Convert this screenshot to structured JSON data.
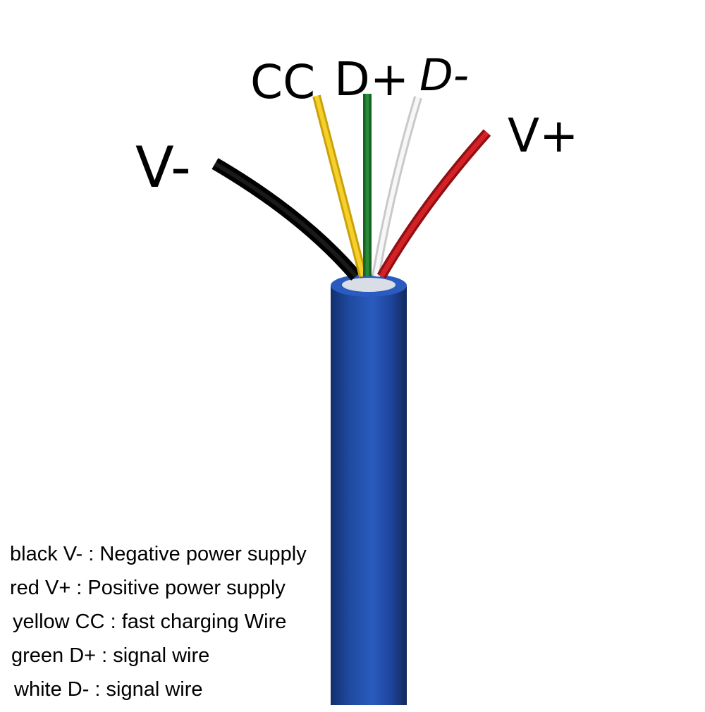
{
  "wire_labels": {
    "cc": "CC",
    "d_plus": "D+",
    "d_minus": "D-",
    "v_plus": "V+",
    "v_minus": "V-"
  },
  "colors": {
    "cable_jacket": "#1f4aa0",
    "black_wire": "#111111",
    "yellow_wire": "#f1c40f",
    "green_wire": "#1e7a2c",
    "white_wire": "#eeeeee",
    "red_wire": "#c0171b"
  },
  "legend": [
    "black V- :  Negative power supply",
    "red V+ :  Positive power supply",
    "yellow CC :  fast charging Wire",
    "green D+ :  signal wire",
    "white D- :  signal wire"
  ]
}
